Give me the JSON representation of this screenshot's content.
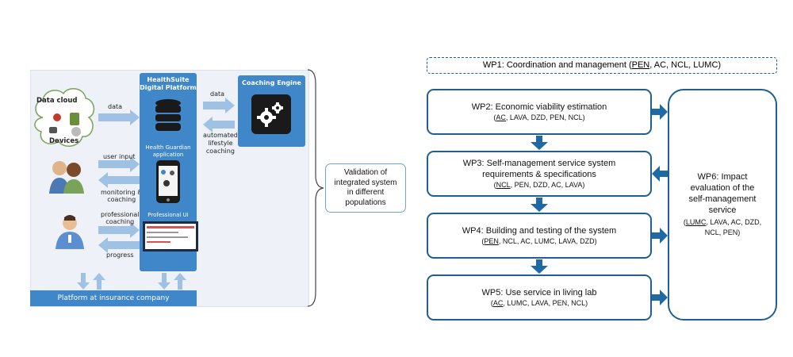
{
  "architecture": {
    "data_cloud": "Data cloud",
    "devices": "Devices",
    "platform_title": "HealthSuite\nDigital Platform",
    "health_guardian": "Health Guardian\napplication",
    "professional_ui": "Professional UI",
    "coaching_engine": "Coaching Engine",
    "arrow_data_left": "data",
    "arrow_user_input": "user input",
    "arrow_monitoring": "monitoring &\ncoaching",
    "arrow_professional": "professional\ncoaching",
    "arrow_progress": "progress",
    "arrow_data_right": "data",
    "arrow_automated": "automated\nlifestyle\ncoaching",
    "insurance": "Platform at insurance company"
  },
  "validation": "Validation of\nintegrated system\nin different\npopulations",
  "wp1": {
    "prefix": "WP1: Coordination and management (",
    "lead": "PEN",
    "rest": ", AC, NCL, LUMC)"
  },
  "wp2": {
    "title": "WP2: Economic viability estimation",
    "lead": "AC",
    "rest": ", LAVA, DZD, PEN, NCL)"
  },
  "wp3": {
    "title": "WP3: Self-management service system\nrequirements & specifications",
    "lead": "NCL",
    "rest": ", PEN, DZD, AC, LAVA)"
  },
  "wp4": {
    "title": "WP4: Building and testing of the system",
    "lead": "PEN",
    "rest": ", NCL, AC, LUMC, LAVA, DZD)"
  },
  "wp5": {
    "title": "WP5: Use service in living lab",
    "lead": "AC",
    "rest": ", LUMC, LAVA, PEN, NCL)"
  },
  "wp6": {
    "title": "WP6: Impact\nevaluation of the\nself-management\nservice",
    "lead": "LUMC",
    "rest": ", LAVA, AC, DZD,\nNCL, PEN)"
  },
  "open_paren": "(",
  "colors": {
    "platform_blue": "#3f87c9",
    "wp_border": "#1f5f93",
    "arrow": "#1f6aa5"
  }
}
